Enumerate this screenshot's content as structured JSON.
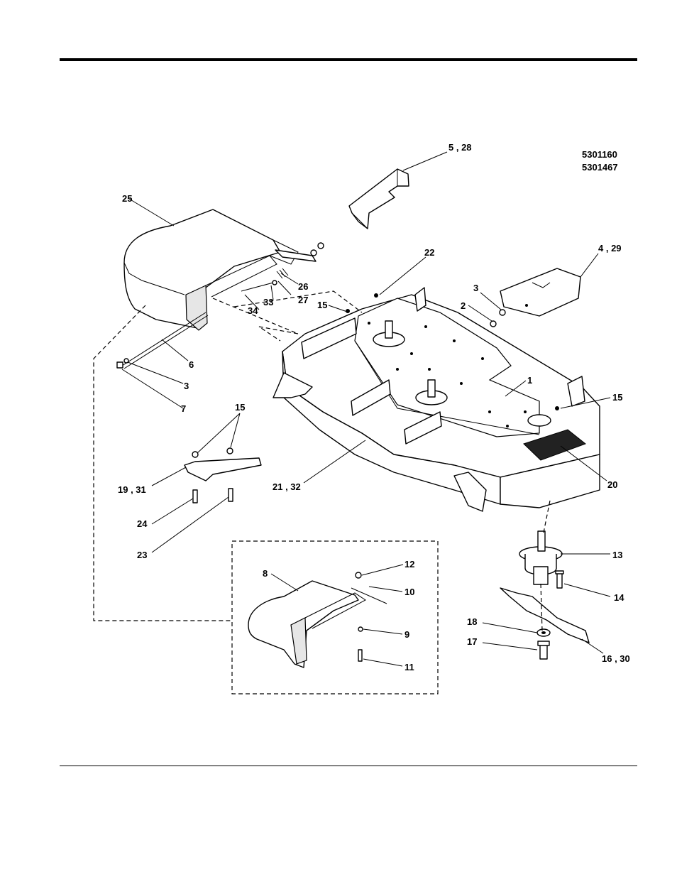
{
  "reference_numbers": [
    "5301160",
    "5301467"
  ],
  "callouts": [
    {
      "id": "c-5-28",
      "text": "5 , 28"
    },
    {
      "id": "c-25",
      "text": "25"
    },
    {
      "id": "c-4-29",
      "text": "4 , 29"
    },
    {
      "id": "c-22",
      "text": "22"
    },
    {
      "id": "c-3a",
      "text": "3"
    },
    {
      "id": "c-26",
      "text": "26"
    },
    {
      "id": "c-33",
      "text": "33"
    },
    {
      "id": "c-27",
      "text": "27"
    },
    {
      "id": "c-34",
      "text": "34"
    },
    {
      "id": "c-15a",
      "text": "15"
    },
    {
      "id": "c-2",
      "text": "2"
    },
    {
      "id": "c-6",
      "text": "6"
    },
    {
      "id": "c-3b",
      "text": "3"
    },
    {
      "id": "c-1",
      "text": "1"
    },
    {
      "id": "c-7",
      "text": "7"
    },
    {
      "id": "c-15b",
      "text": "15"
    },
    {
      "id": "c-15c",
      "text": "15"
    },
    {
      "id": "c-19-31",
      "text": "19 , 31"
    },
    {
      "id": "c-21-32",
      "text": "21 , 32"
    },
    {
      "id": "c-20",
      "text": "20"
    },
    {
      "id": "c-24",
      "text": "24"
    },
    {
      "id": "c-23",
      "text": "23"
    },
    {
      "id": "c-13",
      "text": "13"
    },
    {
      "id": "c-12",
      "text": "12"
    },
    {
      "id": "c-8",
      "text": "8"
    },
    {
      "id": "c-10",
      "text": "10"
    },
    {
      "id": "c-14",
      "text": "14"
    },
    {
      "id": "c-9",
      "text": "9"
    },
    {
      "id": "c-18",
      "text": "18"
    },
    {
      "id": "c-17",
      "text": "17"
    },
    {
      "id": "c-11",
      "text": "11"
    },
    {
      "id": "c-16-30",
      "text": "16 , 30"
    }
  ]
}
